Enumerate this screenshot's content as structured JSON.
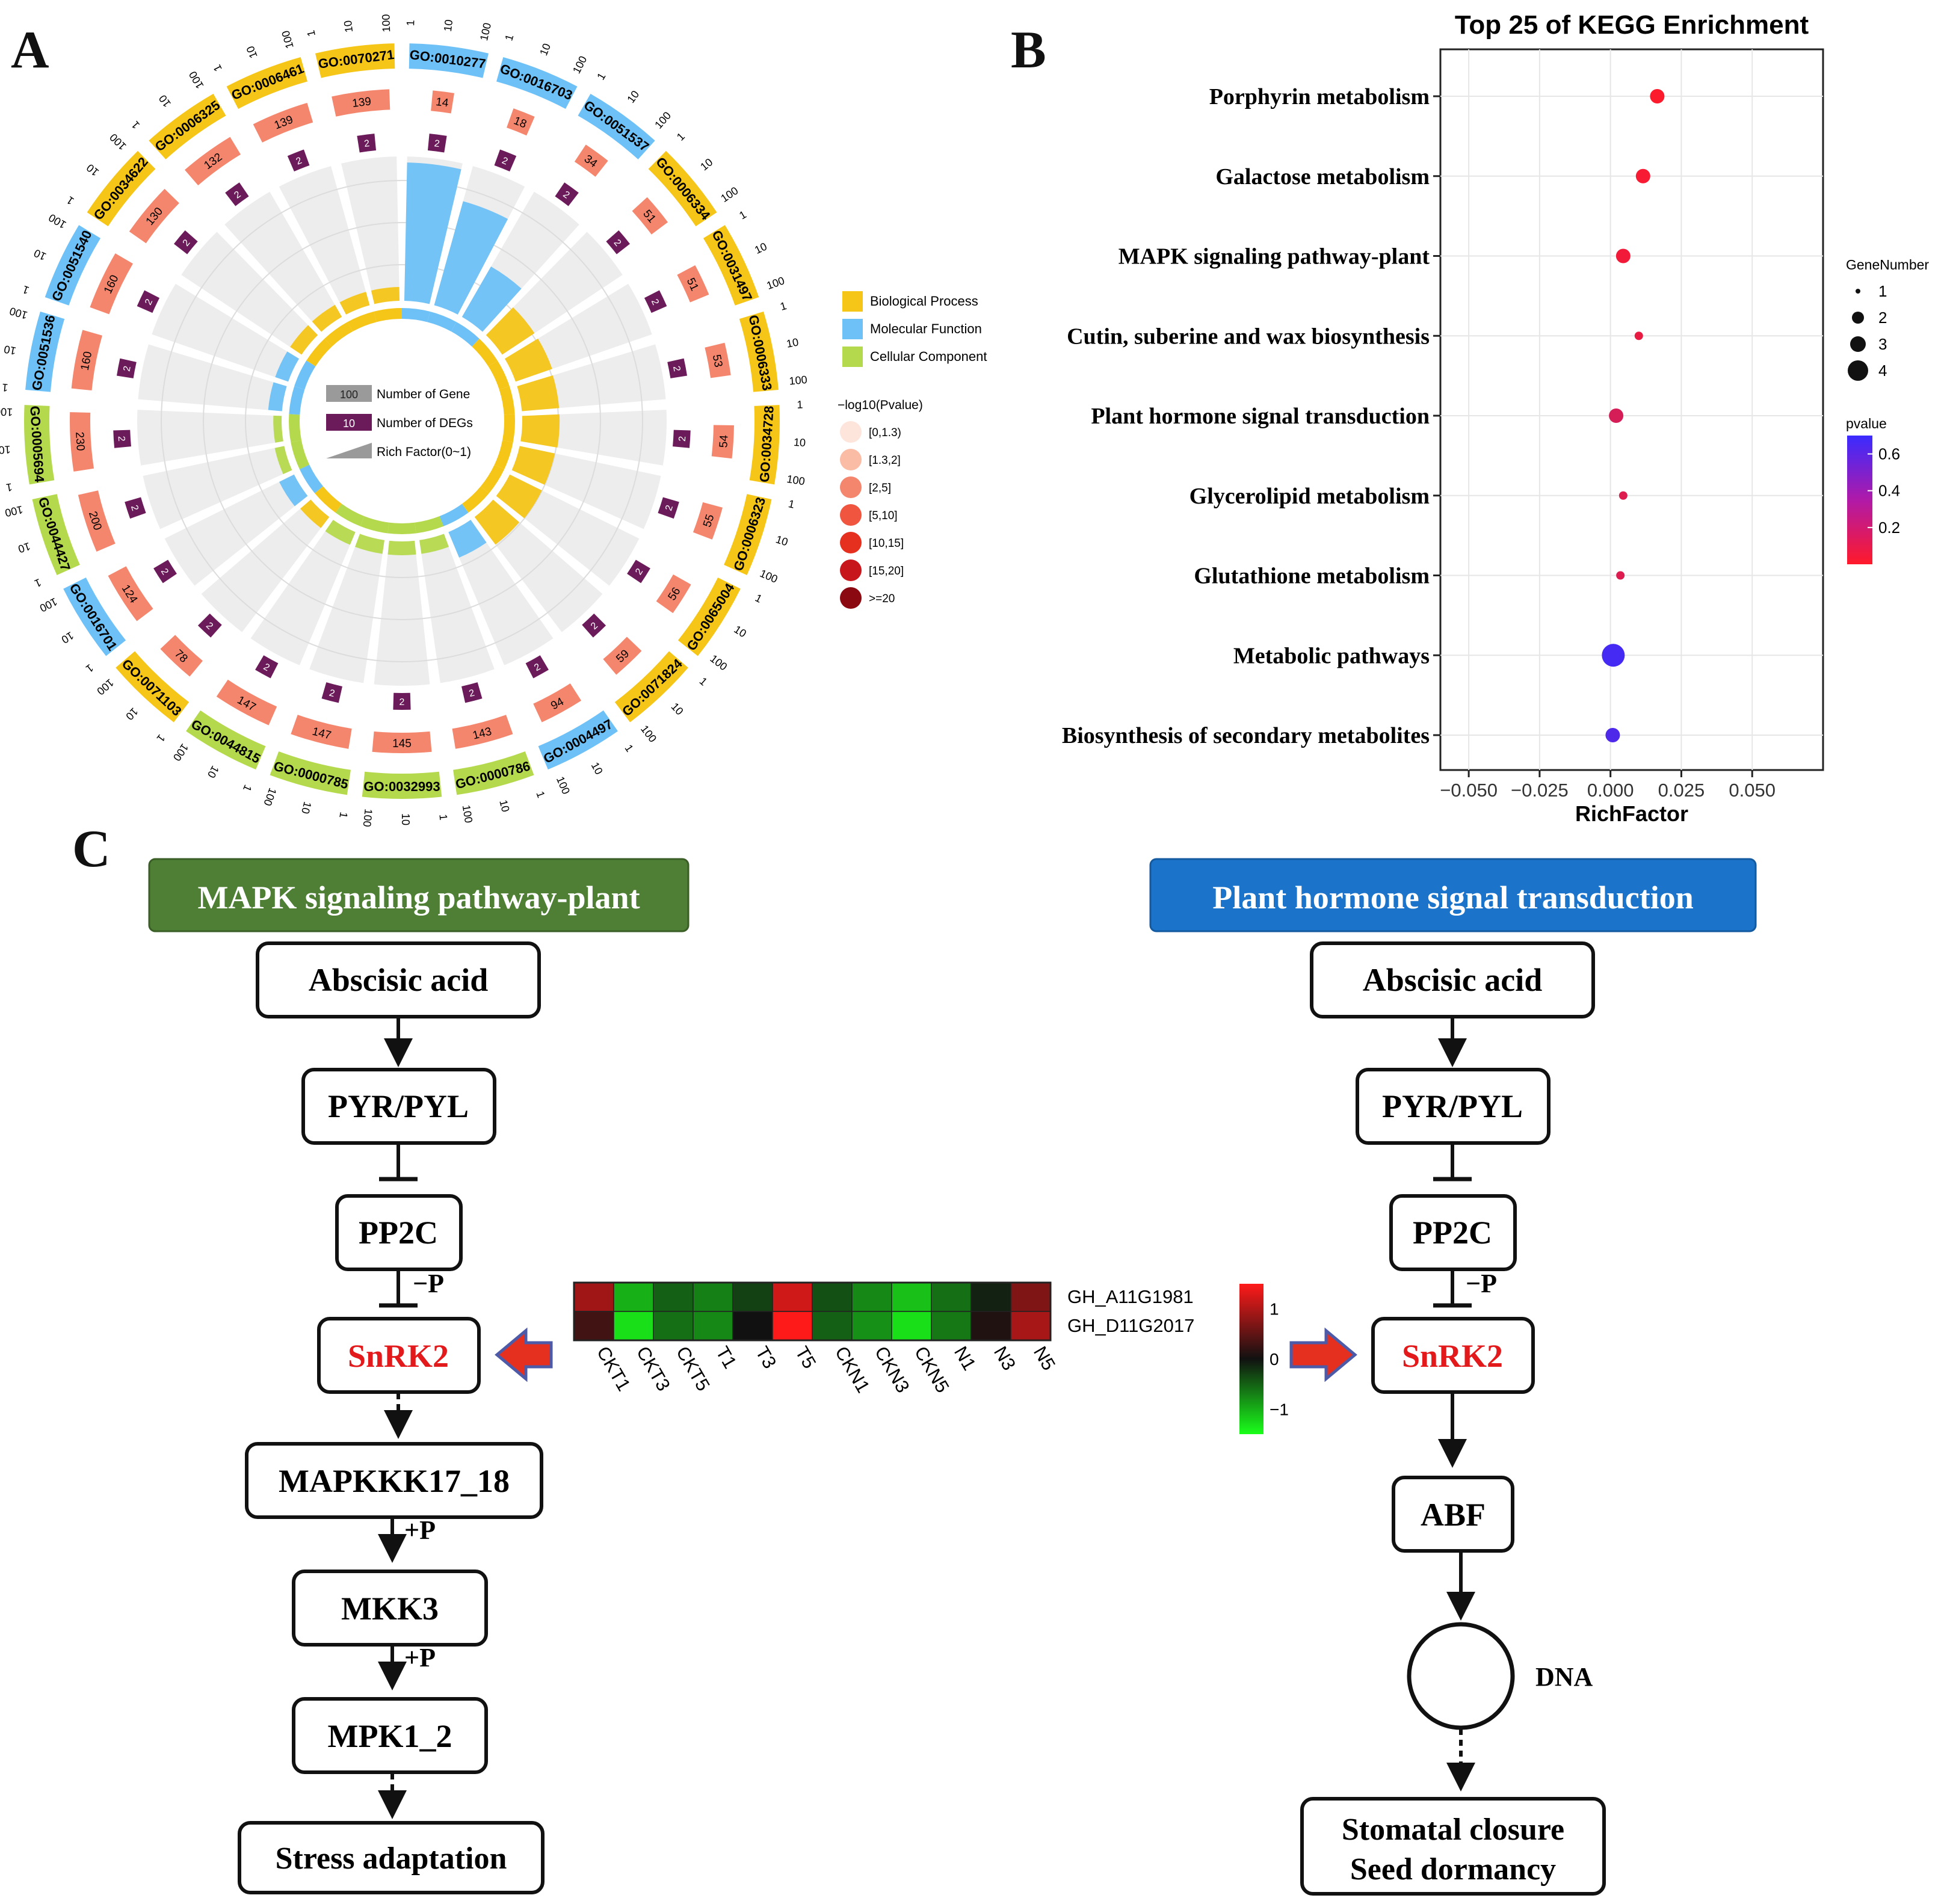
{
  "panels": {
    "a": "A",
    "b": "B",
    "c": "C"
  },
  "colors": {
    "bp": "#f5c518",
    "mf": "#6ec1f7",
    "cc": "#b5d94c",
    "degs": "#6b1a5a",
    "gene": "#999999",
    "bar_bg": "#f5866e",
    "green_box": "#4e7f35",
    "blue_box": "#1b74c9",
    "arrow_red": "#e53020",
    "arrow_blue": "#4c5aa8"
  },
  "circos": {
    "go_terms": [
      {
        "id": "GO:0010277",
        "cat": "mf",
        "n": "14",
        "rich": 1.0
      },
      {
        "id": "GO:0016703",
        "cat": "mf",
        "n": "18",
        "rich": 0.78
      },
      {
        "id": "GO:0051537",
        "cat": "mf",
        "n": "34",
        "rich": 0.42
      },
      {
        "id": "GO:0006334",
        "cat": "bp",
        "n": "51",
        "rich": 0.28
      },
      {
        "id": "GO:0031497",
        "cat": "bp",
        "n": "51",
        "rich": 0.28
      },
      {
        "id": "GO:0006333",
        "cat": "bp",
        "n": "53",
        "rich": 0.27
      },
      {
        "id": "GO:0034728",
        "cat": "bp",
        "n": "54",
        "rich": 0.27
      },
      {
        "id": "GO:0006323",
        "cat": "bp",
        "n": "55",
        "rich": 0.26
      },
      {
        "id": "GO:0065004",
        "cat": "bp",
        "n": "56",
        "rich": 0.26
      },
      {
        "id": "GO:0071824",
        "cat": "bp",
        "n": "59",
        "rich": 0.25
      },
      {
        "id": "GO:0004497",
        "cat": "mf",
        "n": "94",
        "rich": 0.2
      },
      {
        "id": "GO:0000786",
        "cat": "cc",
        "n": "143",
        "rich": 0.1
      },
      {
        "id": "GO:0032993",
        "cat": "cc",
        "n": "145",
        "rich": 0.1
      },
      {
        "id": "GO:0000785",
        "cat": "cc",
        "n": "147",
        "rich": 0.1
      },
      {
        "id": "GO:0044815",
        "cat": "cc",
        "n": "147",
        "rich": 0.1
      },
      {
        "id": "GO:0071103",
        "cat": "bp",
        "n": "78",
        "rich": 0.1
      },
      {
        "id": "GO:0016701",
        "cat": "mf",
        "n": "124",
        "rich": 0.12
      },
      {
        "id": "GO:0044427",
        "cat": "cc",
        "n": "200",
        "rich": 0.07
      },
      {
        "id": "GO:0005694",
        "cat": "cc",
        "n": "230",
        "rich": 0.06
      },
      {
        "id": "GO:0051536",
        "cat": "mf",
        "n": "160",
        "rich": 0.1
      },
      {
        "id": "GO:0051540",
        "cat": "mf",
        "n": "160",
        "rich": 0.1
      },
      {
        "id": "GO:0034622",
        "cat": "bp",
        "n": "130",
        "rich": 0.1
      },
      {
        "id": "GO:0006325",
        "cat": "bp",
        "n": "132",
        "rich": 0.1
      },
      {
        "id": "GO:0006461",
        "cat": "bp",
        "n": "139",
        "rich": 0.1
      },
      {
        "id": "GO:0070271",
        "cat": "bp",
        "n": "139",
        "rich": 0.1
      }
    ],
    "deg_label": "2",
    "scale_ticks": [
      "1",
      "10",
      "100"
    ],
    "legend_categories": [
      "Biological Process",
      "Molecular Function",
      "Cellular Component"
    ],
    "inner_legend": {
      "gene_num": "100",
      "gene_label": "Number of Gene",
      "deg_num": "10",
      "deg_label": "Number of DEGs",
      "rich_label": "Rich Factor(0~1)"
    },
    "pvalue_title": "−log10(Pvalue)",
    "pvalue_bins": [
      "[0,1.3)",
      "[1.3,2]",
      "[2,5]",
      "[5,10]",
      "[10,15]",
      "[15,20]",
      ">=20"
    ],
    "pvalue_colors": [
      "#fde5dc",
      "#fbbca6",
      "#f5866e",
      "#f0553f",
      "#e53020",
      "#c8161d",
      "#8b0a12"
    ]
  },
  "chart_data": {
    "type": "scatter",
    "title": "Top 25 of KEGG Enrichment",
    "xlabel": "RichFactor",
    "ylabel": "",
    "xlim": [
      -0.06,
      0.075
    ],
    "x_ticks": [
      "−0.050",
      "−0.025",
      "0.000",
      "0.025",
      "0.050"
    ],
    "x_tick_values": [
      -0.05,
      -0.025,
      0.0,
      0.025,
      0.05
    ],
    "categories": [
      "Porphyrin metabolism",
      "Galactose metabolism",
      "MAPK signaling pathway-plant",
      "Cutin, suberine and wax biosynthesis",
      "Plant hormone signal transduction",
      "Glycerolipid metabolism",
      "Glutathione metabolism",
      "Metabolic pathways",
      "Biosynthesis of secondary metabolites"
    ],
    "points": [
      {
        "x": 0.0165,
        "genes": 2,
        "p": 0.01
      },
      {
        "x": 0.0115,
        "genes": 2,
        "p": 0.03
      },
      {
        "x": 0.0045,
        "genes": 2,
        "p": 0.05
      },
      {
        "x": 0.01,
        "genes": 1,
        "p": 0.08
      },
      {
        "x": 0.002,
        "genes": 2,
        "p": 0.15
      },
      {
        "x": 0.0045,
        "genes": 1,
        "p": 0.12
      },
      {
        "x": 0.0035,
        "genes": 1,
        "p": 0.12
      },
      {
        "x": 0.001,
        "genes": 4,
        "p": 0.66
      },
      {
        "x": 0.0008,
        "genes": 2,
        "p": 0.63
      }
    ],
    "size_legend_title": "GeneNumber",
    "size_legend": [
      "1",
      "2",
      "3",
      "4"
    ],
    "color_legend_title": "pvalue",
    "color_legend_ticks": [
      "0.6",
      "0.4",
      "0.2"
    ],
    "color_legend_values": [
      0.6,
      0.4,
      0.2
    ],
    "color_range": [
      0.0,
      0.7
    ]
  },
  "pathway": {
    "left_title": "MAPK signaling pathway-plant",
    "right_title": "Plant hormone signal transduction",
    "abscisic": "Abscisic acid",
    "pyr": "PYR/PYL",
    "pp2c": "PP2C",
    "snrk2": "SnRK2",
    "mapkkk": "MAPKKK17_18",
    "mkk3": "MKK3",
    "mpk": "MPK1_2",
    "stress": "Stress adaptation",
    "abf": "ABF",
    "dna": "DNA",
    "stomatal": "Stomatal closure",
    "seed": "Seed dormancy",
    "minus_p": "−P",
    "plus_p": "+P"
  },
  "heatmap": {
    "genes": [
      "GH_A11G1981",
      "GH_D11G2017"
    ],
    "samples": [
      "CKT1",
      "CKT3",
      "CKT5",
      "T1",
      "T3",
      "T5",
      "CKN1",
      "CKN3",
      "CKN5",
      "N1",
      "N3",
      "N5"
    ],
    "values": [
      [
        0.9,
        -1.0,
        -0.5,
        -0.7,
        -0.3,
        1.2,
        -0.4,
        -0.75,
        -1.1,
        -0.6,
        -0.1,
        0.7
      ],
      [
        0.3,
        -1.3,
        -0.6,
        -0.75,
        0.0,
        1.5,
        -0.5,
        -0.8,
        -1.3,
        -0.65,
        0.1,
        0.95
      ]
    ],
    "scale_ticks": [
      "1",
      "0",
      "−1"
    ],
    "scale_values": [
      1,
      0,
      -1
    ]
  }
}
